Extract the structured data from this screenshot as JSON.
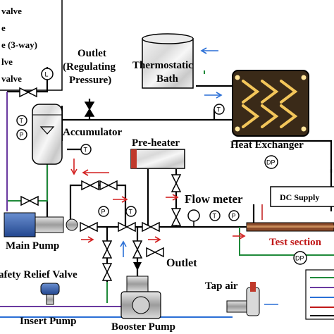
{
  "legend": {
    "items": [
      "valve",
      "e",
      "e (3-way)",
      "lve",
      "valve"
    ]
  },
  "labels": {
    "outlet_top": "Outlet",
    "regulating": "(Regulating",
    "pressure": "Pressure)",
    "thermostatic": "Thermostatic",
    "bath": "Bath",
    "accumulator": "Accumulator",
    "preheater": "Pre-heater",
    "heat_exchanger": "Heat Exchanger",
    "flow_meter": "Flow meter",
    "dc_supply": "DC Supply",
    "test_section": "Test section",
    "main_pump": "Main Pump",
    "safety_relief": "afety Relief Valve",
    "outlet_bottom": "Outlet",
    "tap_air": "Tap air",
    "insert_pump": "Insert Pump",
    "booster_pump": "Booster Pump"
  },
  "instruments": {
    "level": "L",
    "temp": "T",
    "pressure": "P",
    "diff_pressure": "DP"
  },
  "colors": {
    "pipe": "#000000",
    "water_line": "#1f8a3a",
    "flow_arrow": "#d32020",
    "cool_arrow": "#2a6fd6",
    "purple": "#6a3aa0",
    "heater_body": "#8a4a2a",
    "dc_red": "#c01818"
  }
}
